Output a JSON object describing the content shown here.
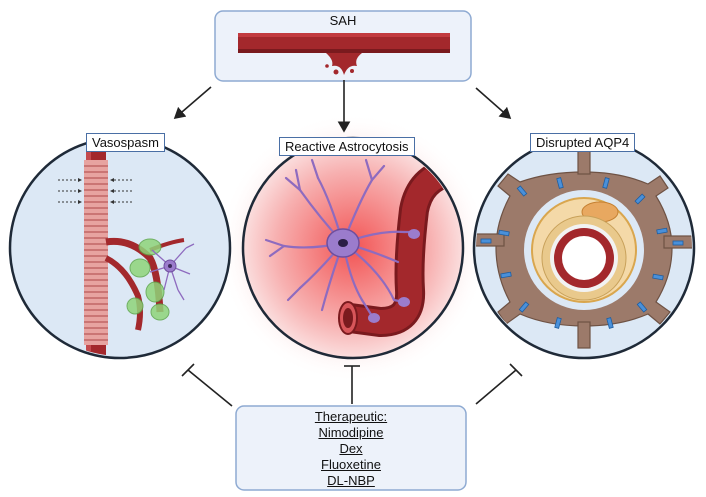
{
  "top_box": {
    "label": "SAH"
  },
  "panels": {
    "left": {
      "label": "Vasospasm"
    },
    "center": {
      "label": "Reactive Astrocytosis"
    },
    "right": {
      "label": "Disrupted AQP4"
    }
  },
  "therapeutic": {
    "title": "Therapeutic:",
    "items": [
      "Nimodipine",
      "Dex",
      "Fluoxetine",
      "DL-NBP"
    ]
  },
  "colors": {
    "vessel": "#a3282c",
    "vessel_dark": "#7a1a1e",
    "astrocyte": "#8e6bbf",
    "panel_fill": "#dce8f5",
    "box_border": "#8eaad2",
    "glow": "#f05a5a",
    "endfoot": "#9c7a6a",
    "aqp4": "#4a90d9"
  }
}
